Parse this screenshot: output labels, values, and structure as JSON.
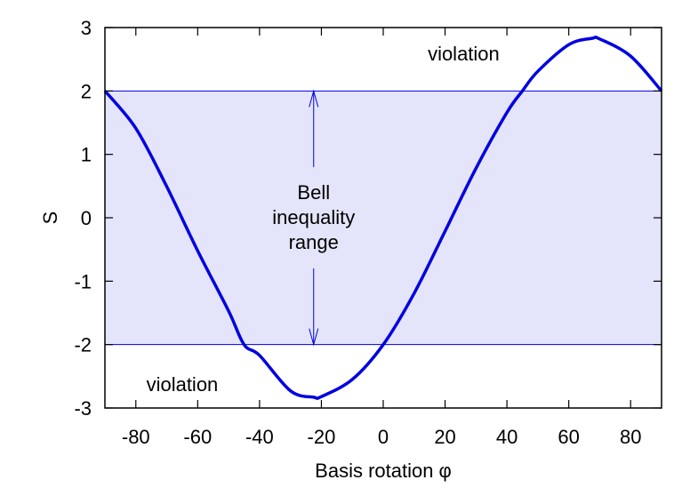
{
  "chart_data": {
    "type": "line",
    "xlabel": "Basis rotation φ",
    "ylabel": "S",
    "xlim": [
      -90,
      90
    ],
    "ylim": [
      -3,
      3
    ],
    "xticks": [
      "-80",
      "-60",
      "-40",
      "-20",
      "0",
      "20",
      "40",
      "60",
      "80"
    ],
    "yticks": [
      "3",
      "2",
      "1",
      "0",
      "-1",
      "-2",
      "-3"
    ],
    "series": [
      {
        "color": "#0000e0",
        "x": [
          -90,
          -80,
          -70,
          -60,
          -50,
          -45,
          -40,
          -30,
          -22.5,
          -20,
          -10,
          0,
          10,
          20,
          30,
          40,
          45,
          50,
          60,
          67.5,
          70,
          80,
          90
        ],
        "y": [
          2.0,
          1.41,
          0.49,
          -0.52,
          -1.47,
          -2.0,
          -2.17,
          -2.73,
          -2.83,
          -2.82,
          -2.55,
          -2.0,
          -1.19,
          -0.21,
          0.78,
          1.66,
          2.0,
          2.31,
          2.73,
          2.83,
          2.82,
          2.55,
          2.0
        ]
      }
    ],
    "band": {
      "from": -2,
      "to": 2,
      "fill": "#e4e4fa",
      "line_color": "#0000e0"
    },
    "annotations": {
      "violation_top": "violation",
      "violation_bottom": "violation",
      "bell_line1": "Bell",
      "bell_line2": "inequality",
      "bell_line3": "range"
    },
    "arrow_x": -22.5,
    "grid": false
  }
}
